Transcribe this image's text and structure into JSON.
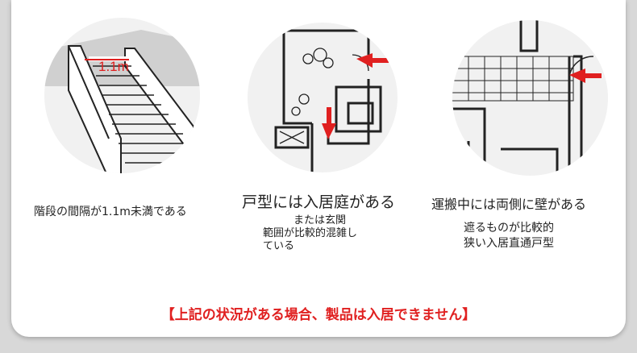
{
  "panels": [
    {
      "label": "1.1m",
      "caption": "階段の間隔が1.1m未満である"
    },
    {
      "caption": "戸型には入居庭がある",
      "sub_lines": [
        "または玄関",
        "範囲が比較的混雑し",
        "ている"
      ]
    },
    {
      "caption": "運搬中には両側に壁がある",
      "sub_lines": [
        "遮るものが比較的",
        "狭い入居直通戸型"
      ]
    }
  ],
  "notice": "【上記の状況がある場合、製品は入居できません】",
  "colors": {
    "arrow": "#e02020",
    "notice": "#e02020",
    "line": "#333333"
  },
  "icons": [
    "stairs-illustration",
    "entrance-plan-illustration",
    "corridor-illustration",
    "red-arrow-icon"
  ]
}
